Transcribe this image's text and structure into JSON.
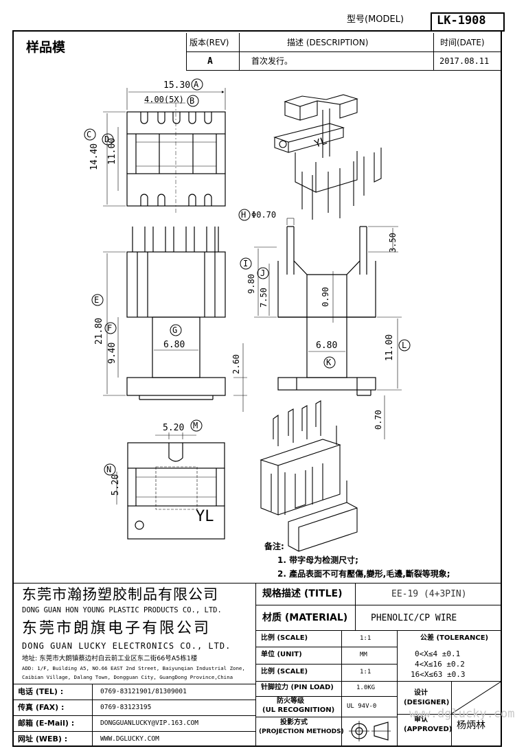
{
  "header": {
    "model_label": "型号(MODEL)",
    "model_value": "LK-1908",
    "sample_label": "样品模",
    "rev_label": "版本(REV)",
    "desc_label": "描述 (DESCRIPTION)",
    "date_label": "时间(DATE)",
    "rev_value": "A",
    "desc_value": "首次发行。",
    "date_value": "2017.08.11"
  },
  "dimensions": {
    "a_width": "15.30",
    "b_pitch": "4.00(5X)",
    "c_height": "14.40",
    "d_height": "11.00",
    "h_pin_dia": "Φ0.70",
    "pin_len": "3.50",
    "i_height": "9.80",
    "j_height": "7.50",
    "wall": "0.90",
    "e_height": "21.80",
    "f_height": "9.40",
    "g_width": "6.80",
    "base_h": "2.60",
    "k_width": "6.80",
    "l_height": "11.00",
    "bottom_gap": "0.70",
    "m_width": "5.20",
    "n_height": "5.20"
  },
  "callouts": [
    "A",
    "B",
    "C",
    "D",
    "H",
    "I",
    "J",
    "E",
    "F",
    "G",
    "K",
    "L",
    "M",
    "N"
  ],
  "marking": "YL",
  "notes": {
    "title": "备注:",
    "items": [
      "1. 带字母为检测尺寸;",
      "2. 產品表面不可有壓傷,變形,毛邊,斷裂等現象;"
    ]
  },
  "company": {
    "name1_cn": "东莞市瀚扬塑胶制品有限公司",
    "name1_en": "DONG GUAN HON YOUNG PLASTIC PRODUCTS CO., LTD.",
    "name2_cn": "东莞市朗旗电子有限公司",
    "name2_en": "DONG GUAN LUCKY ELECTRONICS CO., LTD.",
    "address_cn": "地址: 东莞市大朗镇蔡边村白云前工业区东二街66号A5栋1楼",
    "address_en1": "ADD: 1/F, Building A5, NO.66 EAST 2nd Street, Baiyunqian Industrial Zone,",
    "address_en2": "Caibian Village, Dalang Town, Dongguan City, GuangDong Province,China"
  },
  "contacts": [
    {
      "label": "电话 (TEL) :",
      "value": "0769-83121901/81309001"
    },
    {
      "label": "传真 (FAX) :",
      "value": "0769-83123195"
    },
    {
      "label": "邮箱 (E-Mail) :",
      "value": "DONGGUANLUCKY@VIP.163.COM"
    },
    {
      "label": "网址 (WEB) :",
      "value": "WWW.DGLUCKY.COM"
    }
  ],
  "specs": {
    "title_label": "规格描述 (TITLE)",
    "title_value": "EE-19 (4+3PIN)",
    "material_label": "材质 (MATERIAL)",
    "material_value": "PHENOLIC/CP WIRE",
    "scale_label": "比例 (SCALE)",
    "scale_value": "1:1",
    "tolerance_label": "公差 (TOLERANCE)",
    "unit_label": "单位 (UNIT)",
    "unit_value": "MM",
    "scale2_label": "比例 (SCALE)",
    "scale2_value": "1:1",
    "pin_load_label": "针脚拉力 (PIN LOAD)",
    "pin_load_value": "1.0KG",
    "ul_label1": "防火等级",
    "ul_label2": "(UL RECOGNITION)",
    "ul_value": "UL 94V-0",
    "proj_label1": "投影方式",
    "proj_label2": "(PROJECTION METHODS)",
    "tol_lines": [
      "0<X≤4    ±0.1",
      "4<X≤16   ±0.2",
      "16<X≤63  ±0.3"
    ],
    "designer_label1": "设计",
    "designer_label2": "(DESIGNER)",
    "approved_label1": "审认",
    "approved_label2": "(APPROVED)",
    "approved_value": "杨炳林",
    "watermark": "www.dglucky.com"
  }
}
